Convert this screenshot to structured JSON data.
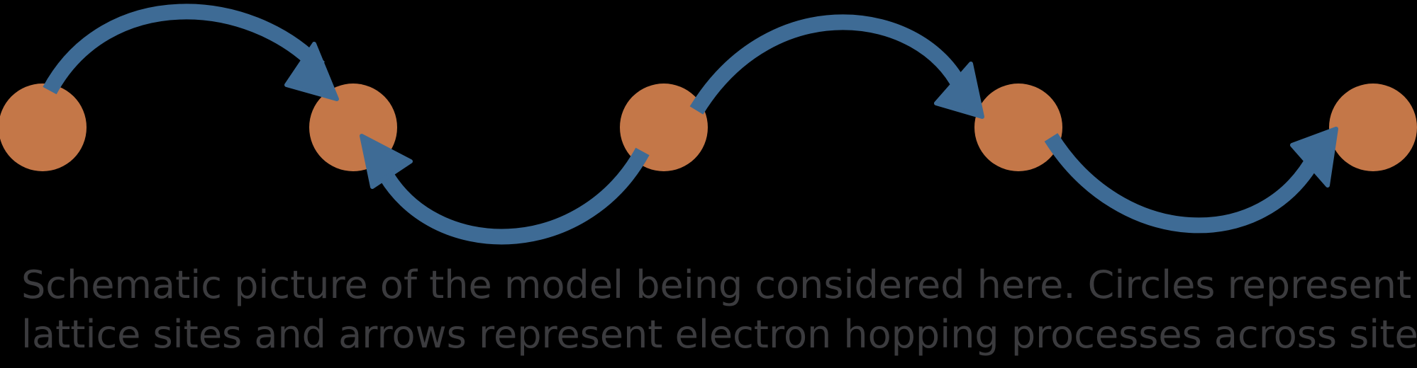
{
  "colors": {
    "background": "#000000",
    "site": "#c47748",
    "arrow": "#3e6b95",
    "caption": "#3b3b3e"
  },
  "diagram": {
    "sites": [
      "site-1",
      "site-2",
      "site-3",
      "site-4",
      "site-5"
    ],
    "hops": [
      {
        "from": "site-1",
        "to": "site-2",
        "direction": "over"
      },
      {
        "from": "site-3",
        "to": "site-2",
        "direction": "under"
      },
      {
        "from": "site-3",
        "to": "site-4",
        "direction": "over"
      },
      {
        "from": "site-4",
        "to": "site-5",
        "direction": "under"
      }
    ]
  },
  "caption": {
    "line1": "Schematic picture of the model being considered here. Circles represent",
    "line2": "lattice sites and arrows represent electron hopping processes across sites."
  }
}
